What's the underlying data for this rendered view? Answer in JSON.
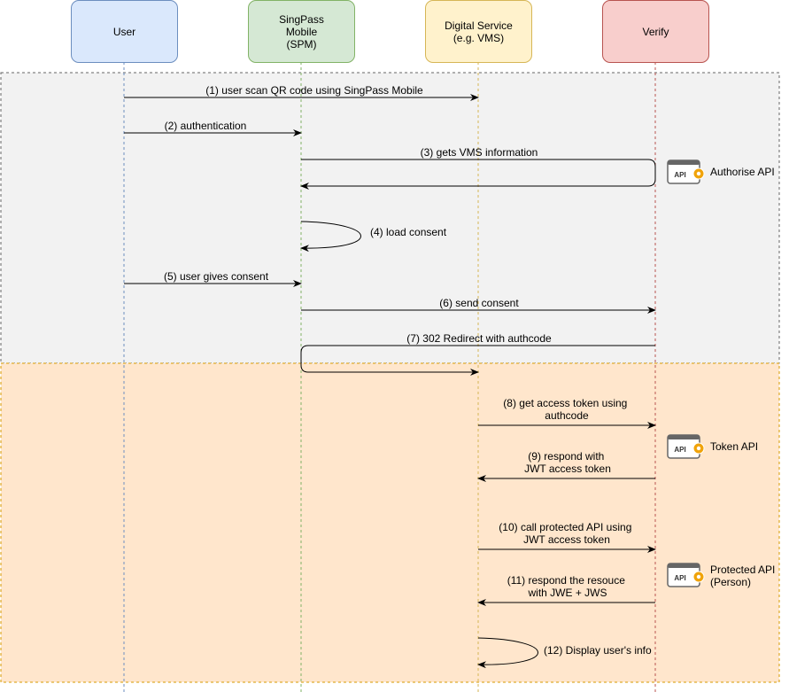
{
  "participants": [
    {
      "name": "User",
      "fill": "#dae8fc",
      "stroke": "#6c8ebf"
    },
    {
      "name": "SingPass\nMobile\n(SPM)",
      "fill": "#d5e8d4",
      "stroke": "#82b366"
    },
    {
      "name": "Digital Service\n(e.g. VMS)",
      "fill": "#fff2cc",
      "stroke": "#d6b656"
    },
    {
      "name": "Verify",
      "fill": "#f8cecc",
      "stroke": "#b85450"
    }
  ],
  "phases": [
    {
      "fill": "#f2f2f2",
      "stroke": "#666666"
    },
    {
      "fill": "#ffe6cc",
      "stroke": "#d79b00"
    }
  ],
  "messages": [
    {
      "label": "(1) user scan QR code using SingPass Mobile"
    },
    {
      "label": "(2) authentication"
    },
    {
      "label": "(3) gets VMS information"
    },
    {
      "label": "(4) load consent"
    },
    {
      "label": "(5) user gives consent"
    },
    {
      "label": "(6) send consent"
    },
    {
      "label": "(7) 302 Redirect with authcode"
    },
    {
      "label": "(8) get access token using\nauthcode"
    },
    {
      "label": "(9) respond with\nJWT access token"
    },
    {
      "label": "(10) call protected API using\nJWT access token"
    },
    {
      "label": "(11) respond the resouce\nwith JWE + JWS"
    },
    {
      "label": "(12) Display user's info"
    }
  ],
  "apis": [
    {
      "badge": "API",
      "label": "Authorise API"
    },
    {
      "badge": "API",
      "label": "Token API"
    },
    {
      "badge": "API",
      "label": "Protected API\n(Person)"
    }
  ]
}
